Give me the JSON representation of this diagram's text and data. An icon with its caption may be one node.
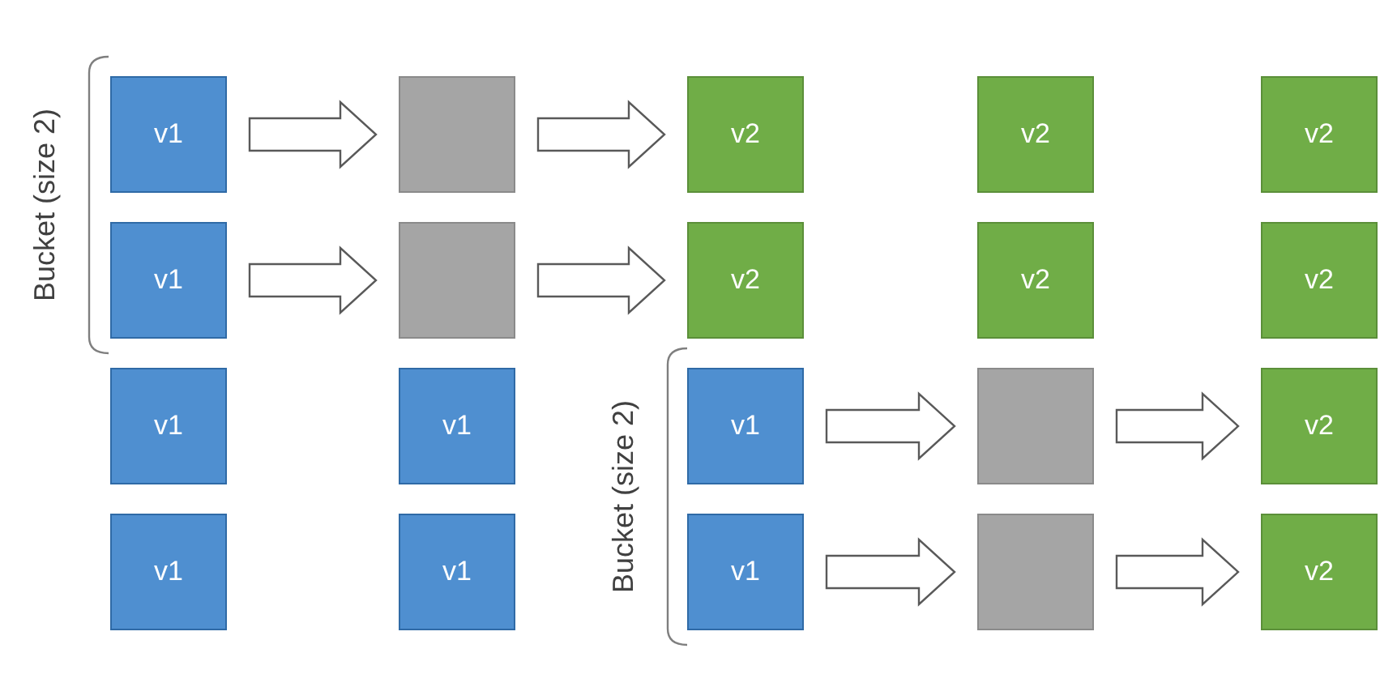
{
  "diagram": {
    "nodes": [
      {
        "text": [
          "v1"
        ]
      },
      {
        "text": [],
        "shape": "box"
      },
      {
        "text": [
          "v2"
        ]
      },
      {
        "text": [
          "v2"
        ]
      },
      {
        "text": [
          "v2"
        ]
      },
      {
        "text": [
          "v1"
        ]
      },
      {
        "text": [],
        "shape": "box"
      },
      {
        "text": [
          "v2"
        ]
      },
      {
        "text": [
          "v2"
        ]
      },
      {
        "text": [
          "v2"
        ]
      },
      {
        "text": [
          "v1"
        ]
      },
      {
        "text": [
          "v1"
        ]
      },
      {
        "text": [
          "v1"
        ]
      },
      {
        "text": [],
        "shape": "box"
      },
      {
        "text": [
          "v2"
        ]
      },
      {
        "text": [
          "v1"
        ]
      },
      {
        "text": [
          "v1"
        ]
      },
      {
        "text": [
          "v1"
        ]
      },
      {
        "text": [],
        "shape": "box"
      },
      {
        "text": [
          "v2"
        ]
      }
    ],
    "edges": [
      {
        "from": 0,
        "to": 1,
        "arrow": "to"
      },
      {
        "from": 1,
        "to": 2,
        "arrow": "to"
      },
      {
        "from": 5,
        "to": 6,
        "arrow": "to"
      },
      {
        "from": 6,
        "to": 7,
        "arrow": "to"
      },
      {
        "from": 12,
        "to": 13,
        "arrow": "to"
      },
      {
        "from": 13,
        "to": 14,
        "arrow": "to"
      },
      {
        "from": 17,
        "to": 18,
        "arrow": "to"
      },
      {
        "from": 18,
        "to": 19,
        "arrow": "to"
      }
    ],
    "labels": [
      "Bucket (size 2)",
      "Bucket (size 2)"
    ]
  }
}
